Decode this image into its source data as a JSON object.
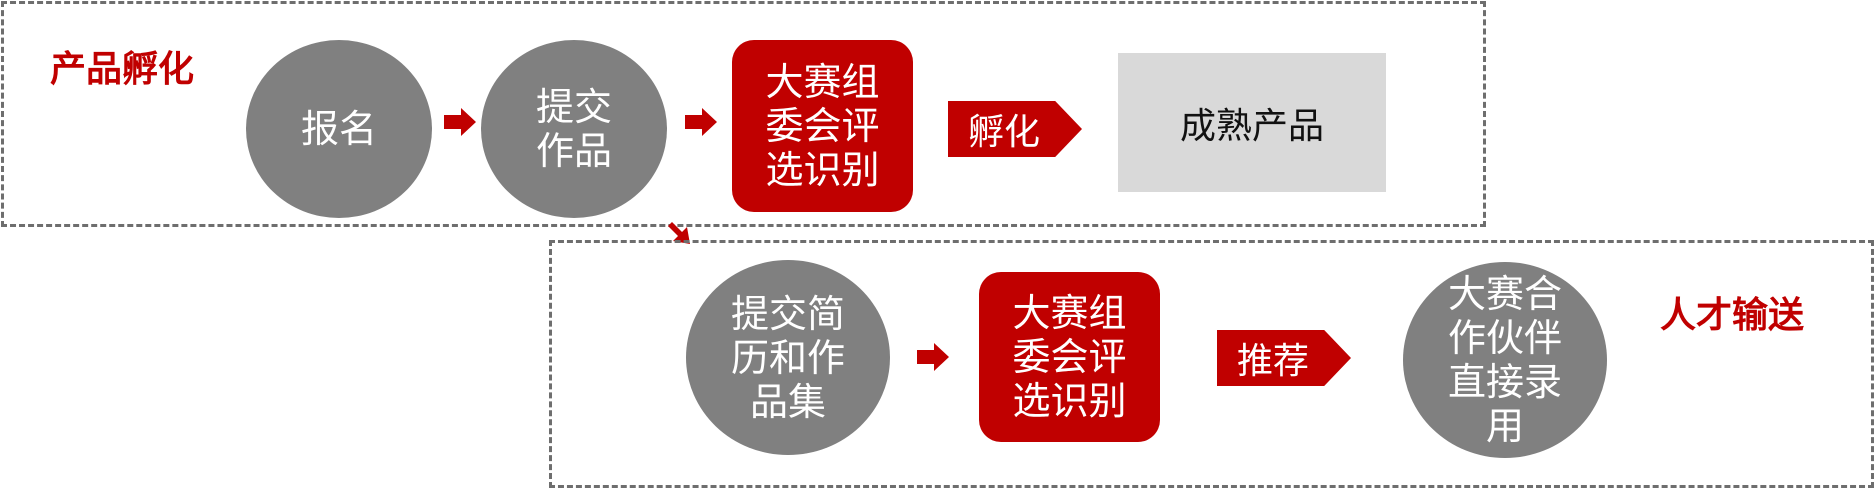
{
  "colors": {
    "accent_red": "#c00000",
    "node_grey": "#808080",
    "product_grey": "#d9d9d9",
    "dashed_border": "#6e6e6e"
  },
  "incubation": {
    "title": "产品孵化",
    "step1": "报名",
    "step2": "提交\n作品",
    "review": "大赛组\n委会评\n选识别",
    "tag": "孵化",
    "result": "成熟产品"
  },
  "talent": {
    "title": "人才输送",
    "step1": "提交简\n历和作\n品集",
    "review": "大赛组\n委会评\n选识别",
    "tag": "推荐",
    "result": "大赛合\n作伙伴\n直接录\n用"
  }
}
